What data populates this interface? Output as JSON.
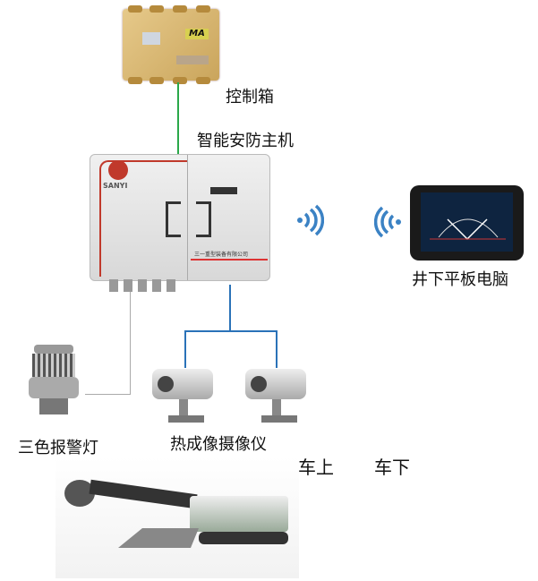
{
  "labels": {
    "control_box": "控制箱",
    "host": "智能安防主机",
    "tablet": "井下平板电脑",
    "alarm_lamp": "三色报警灯",
    "camera": "热成像摄像仪",
    "on_vehicle": "车上",
    "off_vehicle": "车下"
  },
  "device_text": {
    "ma_mark": "MA",
    "brand": "SANYI",
    "company": "三一重型装备有限公司"
  },
  "colors": {
    "green_line": "#2aa84a",
    "blue_line": "#2a72b8",
    "gray_line": "#aaaaaa",
    "wifi": "#3b82c4"
  }
}
